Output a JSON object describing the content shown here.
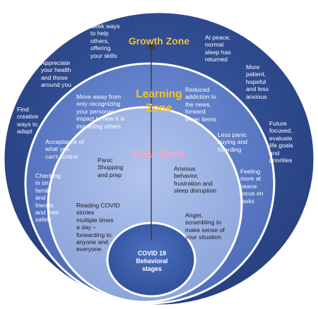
{
  "zones": {
    "growth": {
      "title": "Growth Zone"
    },
    "learning": {
      "title": "Learning\nZone"
    },
    "fear": {
      "title": "Fear Zone"
    },
    "core": {
      "title": "COVID 19\nBehavioral\nstages"
    }
  },
  "labels": {
    "growth": [
      "Seek ways\nto help\nothers,\noffering\nyour skills",
      "At peace,\nnormal\nsleep has\nreturned",
      "Appreciate\nyour health\nand those\naround you",
      "More\npatient,\nhopeful\nand less\nanxious",
      "Find\ncreative\nways to\nadapt",
      "Future\nfocused,\nevaluate\nlife goals\nand\npriorities"
    ],
    "learning": [
      "Move away from\nonly recognizing\nyour personal\nimpact to  how it is\nimpacting others",
      "Reduced\naddiction to\nthe news,\nforward\nfewer items",
      "Less panic\nbuying and\nhoarding",
      "Acceptance of\nwhat you\ncan't control",
      "Checking\nin on\nfamily\nand\nfriends\nand their\nsafety",
      "Feeling\nmore at\npeace\nfocus on\ntasks"
    ],
    "fear": [
      "Panic\nShopping\nand prep",
      "Anxious\nbehavior,\nfrustration and\nsleep disruption",
      "Reading COVID\nstories\nmultiple times\na day –\nforwarding to\nanyone and\neveryone",
      "Anger,\nscrambling to\nmake sense of\nyour situation"
    ]
  },
  "colors": {
    "growth_ring": "#2f4b8f",
    "learning_ring": "#5877c4",
    "fear_ring": "#94ace0",
    "core": "#3a5aa8",
    "ring_outline": "#ffffff",
    "growth_title": "#f2c233",
    "learning_title": "#f2c233",
    "fear_title": "#f2a8c0"
  }
}
